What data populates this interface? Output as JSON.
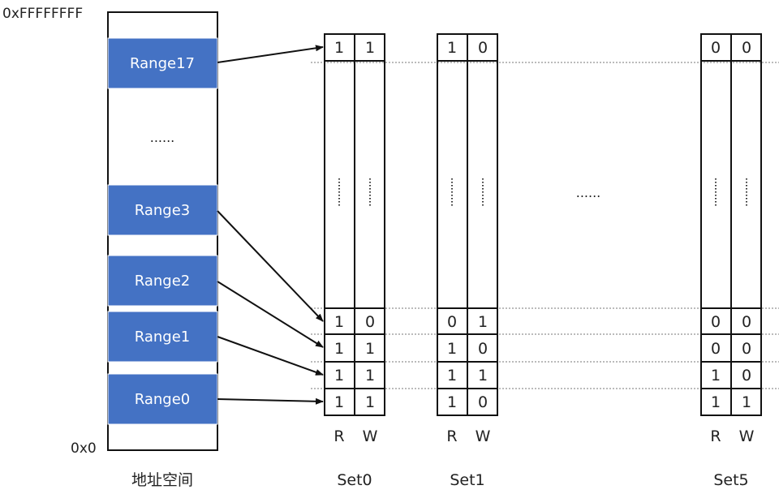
{
  "address_space": {
    "top_label": "0xFFFFFFFF",
    "bottom_label": "0x0",
    "caption": "地址空间",
    "ellipsis": "......",
    "range_fill": "#4472C4",
    "ranges": [
      {
        "label": "Range17"
      },
      {
        "label": "Range3"
      },
      {
        "label": "Range2"
      },
      {
        "label": "Range1"
      },
      {
        "label": "Range0"
      }
    ]
  },
  "sets": [
    {
      "name": "Set0",
      "top": [
        "1",
        "1"
      ],
      "rows": [
        [
          "1",
          "0"
        ],
        [
          "1",
          "1"
        ],
        [
          "1",
          "1"
        ],
        [
          "1",
          "1"
        ]
      ],
      "col_headers": [
        "R",
        "W"
      ]
    },
    {
      "name": "Set1",
      "top": [
        "1",
        "0"
      ],
      "rows": [
        [
          "0",
          "1"
        ],
        [
          "1",
          "0"
        ],
        [
          "1",
          "1"
        ],
        [
          "1",
          "0"
        ]
      ],
      "col_headers": [
        "R",
        "W"
      ]
    },
    {
      "name": "Set5",
      "top": [
        "0",
        "0"
      ],
      "rows": [
        [
          "0",
          "0"
        ],
        [
          "0",
          "0"
        ],
        [
          "1",
          "0"
        ],
        [
          "1",
          "1"
        ]
      ],
      "col_headers": [
        "R",
        "W"
      ]
    }
  ],
  "sets_ellipsis": "......"
}
